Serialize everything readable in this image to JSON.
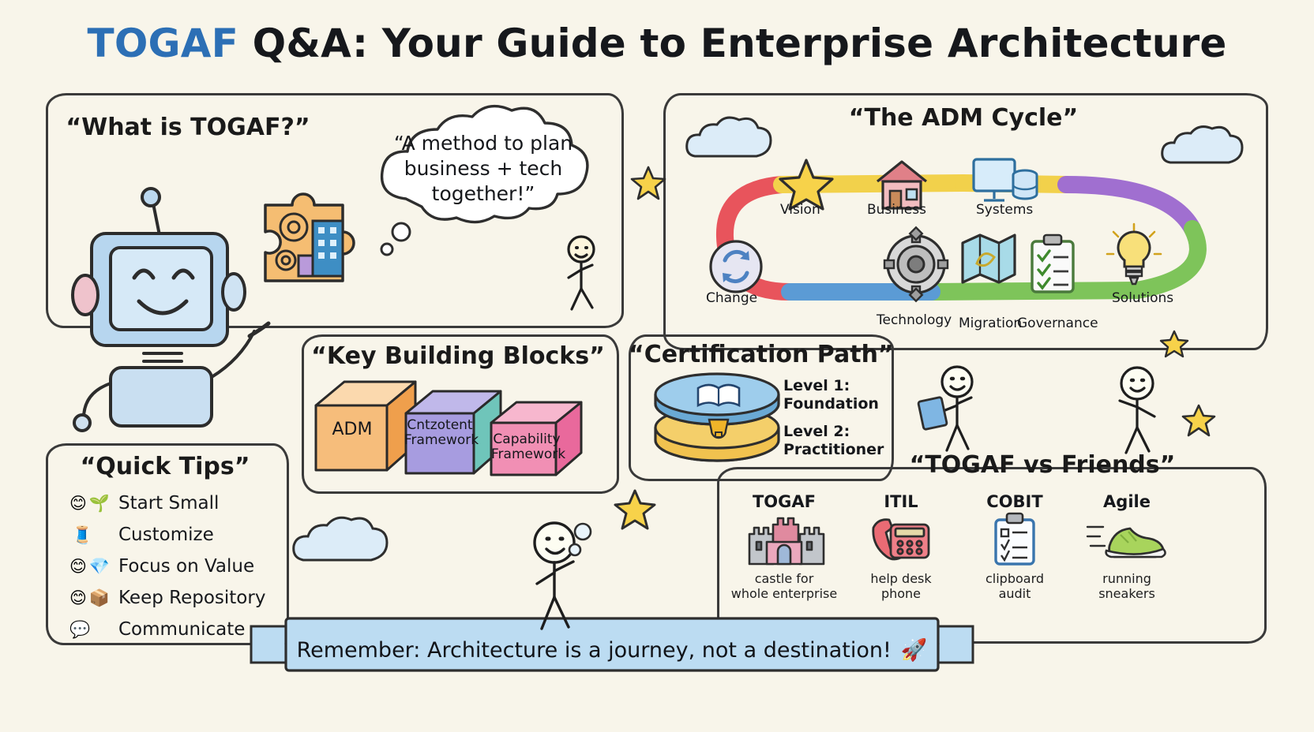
{
  "title": {
    "brand": "TOGAF",
    "rest": "Q&A: Your Guide to Enterprise Architecture",
    "brand_color": "#2c6fb5"
  },
  "panels": {
    "what_is": {
      "heading": "“What is TOGAF?”",
      "thought_bubble": {
        "line1": "“A method to plan",
        "line2": "business + tech",
        "line3": "together!”"
      },
      "robot_icon": "robot-icon",
      "puzzle_icon": "puzzle-piece-icon",
      "stick_figure_icon": "stick-figure-icon"
    },
    "adm_cycle": {
      "heading": "“The ADM Cycle”",
      "steps": [
        {
          "label": "Vision",
          "icon": "star-icon",
          "color": "#f2c230"
        },
        {
          "label": "Business",
          "icon": "house-icon",
          "color": "#e8a0a4"
        },
        {
          "label": "Systems",
          "icon": "monitor-db-icon",
          "color": "#6ba8d8"
        },
        {
          "label": "Solutions",
          "icon": "lightbulb-icon",
          "color": "#f5d24a"
        },
        {
          "label": "Governance",
          "icon": "clipboard-check-icon",
          "color": "#64a83c"
        },
        {
          "label": "Migration",
          "icon": "map-icon",
          "color": "#7fc4cf"
        },
        {
          "label": "Technology",
          "icon": "gear-icon",
          "color": "#8a8a8a"
        },
        {
          "label": "Change",
          "icon": "refresh-cycle-icon",
          "color": "#5b8fd0"
        }
      ],
      "ring_colors": [
        "#e8545c",
        "#f2d14b",
        "#f2d14b",
        "#a06fd0",
        "#7ec45a",
        "#7ec45a",
        "#5b9bd5",
        "#5b9bd5"
      ],
      "cloud_icon": "cloud-icon"
    },
    "building_blocks": {
      "heading": "“Key Building Blocks”",
      "blocks": [
        {
          "label": "ADM",
          "label2": "",
          "front": "#f6bd7b",
          "top": "#fbd9ae",
          "side": "#ef9f4c"
        },
        {
          "label": "Cntzotent",
          "label2": "Framework",
          "front": "#a79ce0",
          "top": "#c0b8ea",
          "side": "#6fc5ba"
        },
        {
          "label": "Capability",
          "label2": "Framework",
          "front": "#f18fb4",
          "top": "#f7b7ce",
          "side": "#e9699c"
        }
      ]
    },
    "certification": {
      "heading": "“Certification Path”",
      "levels": [
        {
          "line1": "Level 1:",
          "line2": "Foundation",
          "icon": "open-book-icon",
          "disc_color": "#79b8e0"
        },
        {
          "line1": "Level 2:",
          "line2": "Practitioner",
          "icon": "trophy-icon",
          "disc_color": "#f4cf6a"
        }
      ]
    },
    "quick_tips": {
      "heading": "“Quick Tips”",
      "tips": [
        {
          "emoji": "😊",
          "icon2": "🌱",
          "label": "Start Small",
          "icon_name": "smiley-seedling-icon"
        },
        {
          "emoji": "",
          "icon2": "🧵",
          "label": "Customize",
          "icon_name": "thread-icon"
        },
        {
          "emoji": "😊",
          "icon2": "💎",
          "label": "Focus on Value",
          "icon_name": "smiley-gem-icon"
        },
        {
          "emoji": "😊",
          "icon2": "📦",
          "label": "Keep Repository",
          "icon_name": "smiley-box-icon"
        },
        {
          "emoji": "💬",
          "icon2": "",
          "label": "Communicate",
          "icon_name": "speech-bubble-icon"
        }
      ]
    },
    "friends": {
      "heading": "“TOGAF vs Friends”",
      "columns": [
        {
          "name": "TOGAF",
          "icon": "castle-icon",
          "cap1": "castle for",
          "cap2": "whole enterprise"
        },
        {
          "name": "ITIL",
          "icon": "telephone-icon",
          "cap1": "help desk",
          "cap2": "phone"
        },
        {
          "name": "COBIT",
          "icon": "clipboard-icon",
          "cap1": "clipboard",
          "cap2": "audit"
        },
        {
          "name": "Agile",
          "icon": "sneaker-icon",
          "cap1": "running",
          "cap2": "sneakers"
        }
      ]
    }
  },
  "banner": {
    "text": "Remember: Architecture is a journey, not a destination!",
    "icon": "rocket-icon",
    "fill": "#bcdcf2"
  },
  "decorations": {
    "stars": [
      "star-icon",
      "star-icon",
      "star-icon",
      "star-icon"
    ],
    "clouds": [
      "cloud-icon",
      "cloud-icon",
      "cloud-icon"
    ],
    "figures": [
      "stick-figure-icon",
      "stick-figure-icon",
      "stick-figure-icon",
      "stick-figure-icon"
    ]
  },
  "background_color": "#f8f5ea"
}
